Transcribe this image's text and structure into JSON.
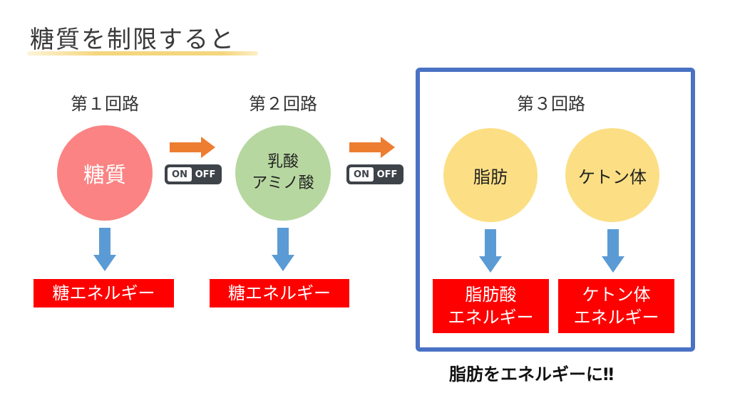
{
  "title": "糖質を制限すると",
  "routes": [
    {
      "label": "第１回路",
      "nodes": [
        "糖質"
      ],
      "outputs": [
        "糖エネルギー"
      ]
    },
    {
      "label": "第２回路",
      "nodes": [
        "乳酸",
        "アミノ酸"
      ],
      "outputs": [
        "糖エネルギー"
      ]
    },
    {
      "label": "第３回路",
      "nodes": [
        "脂肪",
        "ケトン体"
      ],
      "outputs": [
        [
          "脂肪酸",
          "エネルギー"
        ],
        [
          "ケトン体",
          "エネルギー"
        ]
      ]
    }
  ],
  "switch": {
    "on": "ON",
    "off": "OFF"
  },
  "footer": "脂肪をエネルギーに‼",
  "colors": {
    "sugar_circle": "#fb8383",
    "lactic_circle": "#b7d7a0",
    "fat_circle": "#fcdf84",
    "output_box": "#fe0000",
    "down_arrow": "#5b9bd5",
    "right_arrow": "#ed7d31",
    "frame": "#4a72c4"
  }
}
